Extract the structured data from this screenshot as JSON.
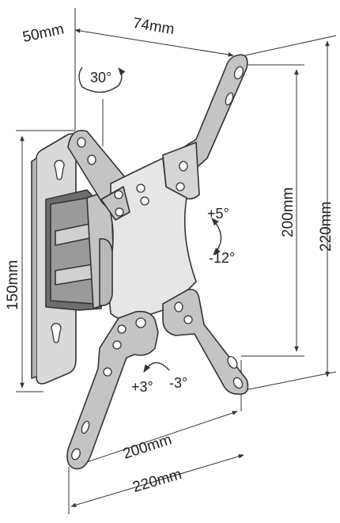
{
  "dimensions": {
    "depth_min": "50mm",
    "depth_max": "74mm",
    "vesa_vertical": "200mm",
    "overall_vertical": "220mm",
    "wall_plate_height": "150mm",
    "vesa_horizontal": "200mm",
    "overall_horizontal": "220mm"
  },
  "adjustments": {
    "swivel": "30°",
    "tilt_up": "+5°",
    "tilt_down": "-12°",
    "rotate_left": "+3°",
    "rotate_right": "-3°"
  },
  "colors": {
    "line": "#333333",
    "wall_plate": "#d9d9d9",
    "arm": "#c4c4c4",
    "bracket": "#e6e6e6",
    "dark": "#6e6e6e"
  }
}
